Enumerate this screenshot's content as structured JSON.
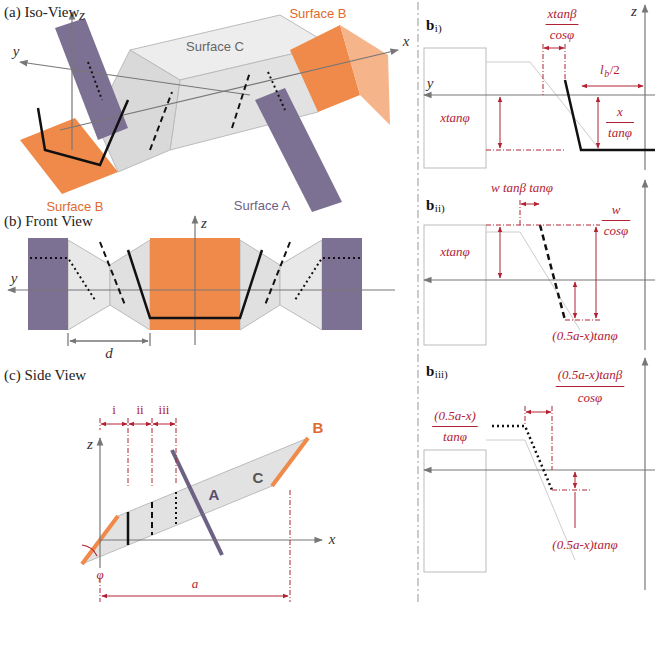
{
  "diagram": {
    "labels": [
      "(a) Iso-View",
      "z",
      "Surface C",
      "Surface B",
      "y",
      "x",
      "Surface B",
      "Surface A",
      "(b) Front View",
      "z",
      "y",
      "d",
      "(c) Side View",
      "z",
      "i",
      "ii",
      "iii",
      "B",
      "A",
      "C",
      "x",
      "φ",
      "a",
      "b",
      "i)",
      "xtanβ",
      "cosφ",
      "z",
      "y",
      "xtanφ",
      "l",
      "b",
      "/2",
      "x",
      "tanφ",
      "b",
      "ii)",
      "w tanβ tanφ",
      "w",
      "cosφ",
      "xtanφ",
      "(0.5a-x)tanφ",
      "b",
      "iii)",
      "(0.5a-x)tanβ",
      "cosφ",
      "(0.5a-x)",
      "tanφ",
      "(0.5a-x)tanφ"
    ]
  }
}
